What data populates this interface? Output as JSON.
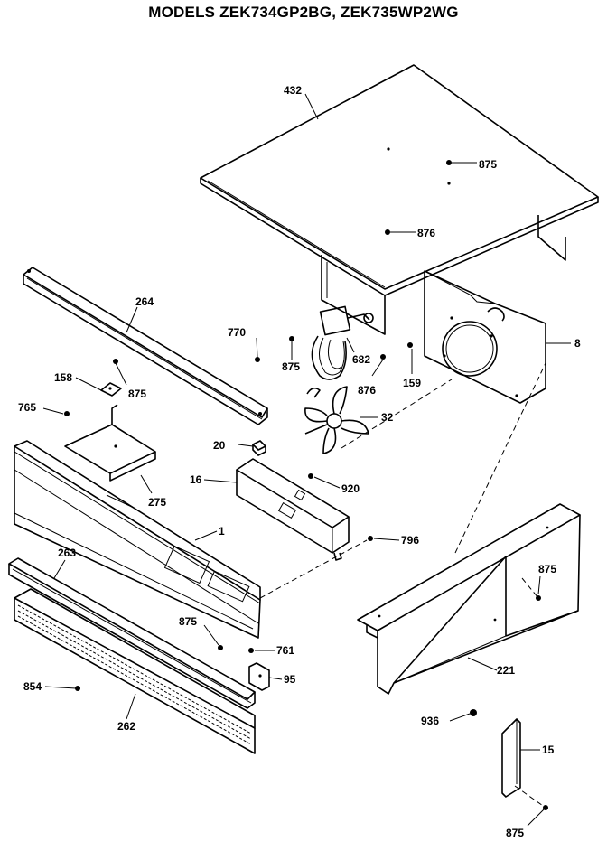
{
  "header": {
    "title": "MODELS ZEK734GP2BG, ZEK735WP2WG"
  },
  "callouts": {
    "top_panel": "432",
    "screw_top_right": "875",
    "screw_top_mid": "876",
    "rail": "264",
    "screw_770": "770",
    "screw_fan_left": "875",
    "fan_motor": "682",
    "screw_fan_right": "876",
    "bracket_159": "159",
    "bracket_8": "8",
    "fan_blade": "32",
    "clip_158": "158",
    "screw_clip": "875",
    "screw_765": "765",
    "spacer_20": "20",
    "control_board": "16",
    "screw_920": "920",
    "mount_275": "275",
    "control_panel": "1",
    "screw_796": "796",
    "trim_263": "263",
    "side_panel_screw": "875",
    "screw_875_lower": "875",
    "screw_761": "761",
    "bracket_95": "95",
    "side_panel": "221",
    "screw_854": "854",
    "vent_grille": "262",
    "screw_936": "936",
    "bracket_15": "15",
    "screw_bottom": "875"
  }
}
